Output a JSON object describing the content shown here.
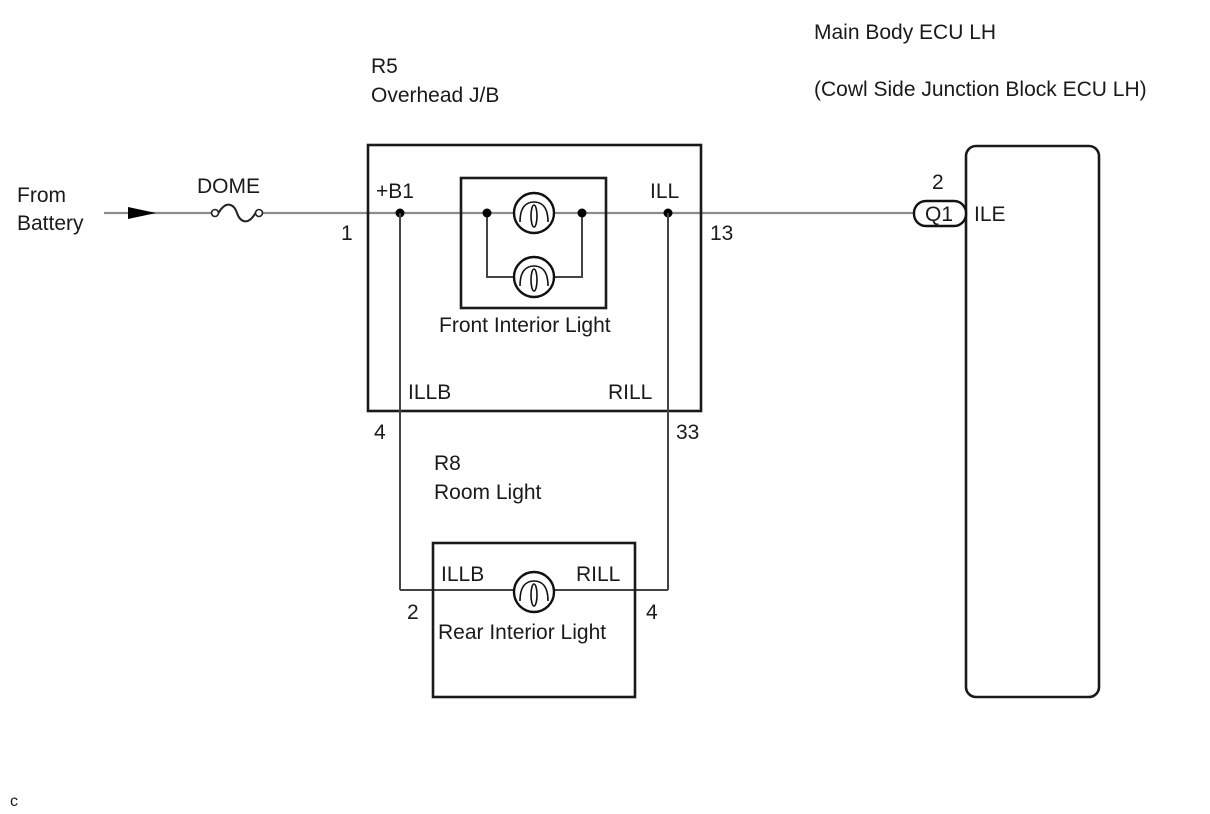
{
  "source": {
    "label_line1": "From",
    "label_line2": "Battery"
  },
  "fuse": {
    "name": "DOME"
  },
  "overhead_jb": {
    "connector_id": "R5",
    "name": "Overhead J/B",
    "terminals": {
      "b1": "+B1",
      "ill": "ILL",
      "illb": "ILLB",
      "rill": "RILL"
    },
    "pins": {
      "b1": "1",
      "ill": "13",
      "illb": "4",
      "rill": "33"
    },
    "inner_component": "Front Interior Light"
  },
  "room_light": {
    "connector_id": "R8",
    "name": "Room Light",
    "terminals": {
      "illb": "ILLB",
      "rill": "RILL"
    },
    "pins": {
      "illb": "2",
      "rill": "4"
    },
    "inner_component": "Rear Interior Light"
  },
  "ecu": {
    "name": "Main Body ECU LH",
    "subname": "(Cowl Side Junction Block ECU LH)",
    "connector": "Q1",
    "pin": "2",
    "terminal": "ILE"
  },
  "footer": {
    "code": "C"
  }
}
